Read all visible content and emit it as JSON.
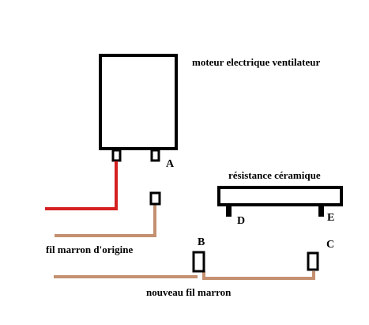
{
  "labels": {
    "motor": "moteur electrique ventilateur",
    "resistance": "résistance céramique",
    "original_wire": "fil marron d'origine",
    "new_wire": "nouveau fil marron"
  },
  "terminals": {
    "a": "A",
    "b": "B",
    "c": "C",
    "d": "D",
    "e": "E"
  },
  "colors": {
    "outline": "#000000",
    "red_wire": "#d42020",
    "brown_wire": "#c49070"
  }
}
